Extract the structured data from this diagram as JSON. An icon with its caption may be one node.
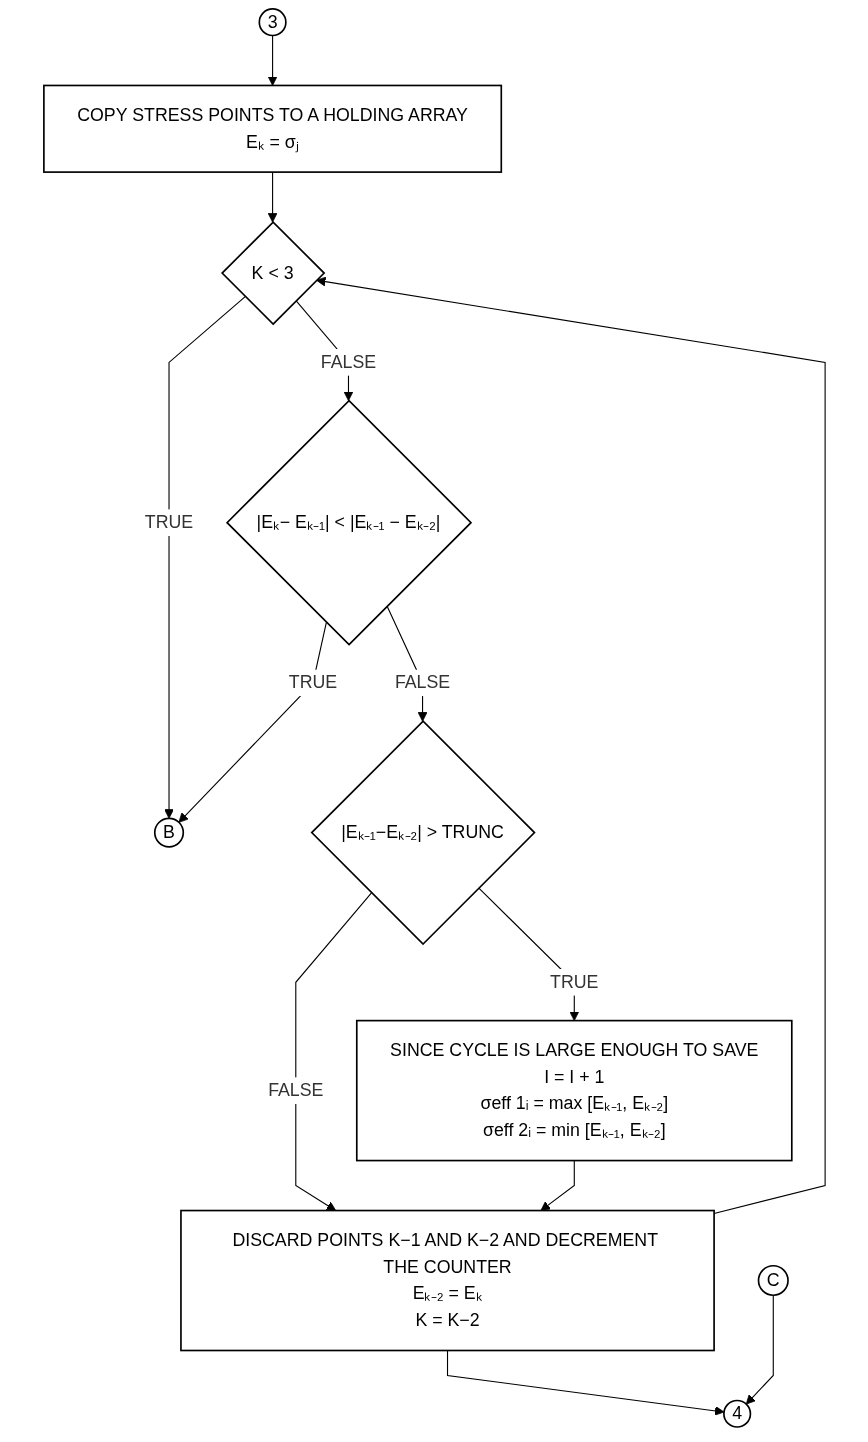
{
  "diagram": {
    "nodes": [
      {
        "text": [
          "3"
        ]
      },
      {
        "text": [
          "B"
        ]
      },
      {
        "text": [
          "COPY STRESS POINTS TO A HOLDING ARRAY",
          "Eₖ = σⱼ"
        ]
      },
      {
        "text": [
          "K < 3"
        ]
      },
      {
        "text": [
          "|Eₖ− Eₖ₋₁| < |Eₖ₋₁ − Eₖ₋₂|"
        ]
      },
      {
        "text": [
          "|Eₖ₋₁−Eₖ₋₂| > TRUNC"
        ]
      },
      {
        "text": [
          "SINCE CYCLE IS LARGE ENOUGH TO SAVE",
          "I = I + 1",
          "σeff 1ᵢ = max [Eₖ₋₁, Eₖ₋₂]",
          "σeff 2ᵢ = min [Eₖ₋₁, Eₖ₋₂]"
        ]
      },
      {
        "text": [
          "DISCARD POINTS K−1 AND K−2 AND DECREMENT THE COUNTER",
          "Eₖ₋₂ = Eₖ",
          "K = K−2"
        ]
      },
      {
        "text": [
          "C"
        ]
      },
      {
        "text": [
          "4"
        ]
      }
    ],
    "edges": [
      {
        "from": 0,
        "to": 2,
        "arrow": "to"
      },
      {
        "from": 2,
        "to": 3,
        "arrow": "to"
      },
      {
        "from": 3,
        "to": 1,
        "arrow": "to",
        "label": "TRUE"
      },
      {
        "from": 3,
        "to": 4,
        "arrow": "to",
        "label": "FALSE"
      },
      {
        "from": 4,
        "to": 1,
        "arrow": "to",
        "label": "TRUE"
      },
      {
        "from": 4,
        "to": 5,
        "arrow": "to",
        "label": "FALSE"
      },
      {
        "from": 5,
        "to": 6,
        "arrow": "to",
        "label": "TRUE"
      },
      {
        "from": 5,
        "to": 7,
        "arrow": "to",
        "label": "FALSE"
      },
      {
        "from": 6,
        "to": 7,
        "arrow": "to"
      },
      {
        "from": 7,
        "to": 3,
        "arrow": "to"
      },
      {
        "from": 7,
        "to": 9,
        "arrow": "to"
      },
      {
        "from": 8,
        "to": 9,
        "arrow": "to"
      }
    ]
  }
}
